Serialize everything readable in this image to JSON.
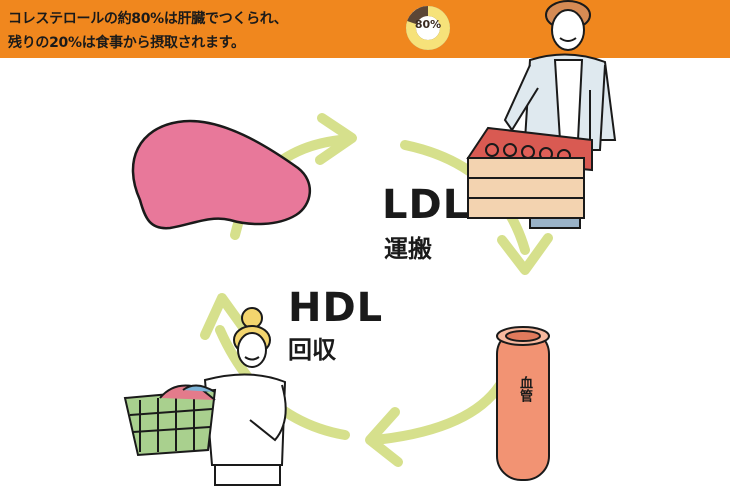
{
  "banner": {
    "line1": "コレステロールの約80%は肝臓でつくられ、",
    "line2": "残りの20%は食事から摂取されます。",
    "donut_label": "80%",
    "donut_fraction": 0.8,
    "color_background": "#f0871e",
    "color_donut_main": "#f6e27a",
    "color_donut_rest": "#5b4636"
  },
  "diagram": {
    "ldl_label": "LDL",
    "ldl_sublabel": "運搬",
    "hdl_label": "HDL",
    "hdl_sublabel": "回収",
    "vessel_label": "血管",
    "color_arrows": "#d6e08c",
    "color_liver": "#e8789a",
    "color_vessel": "#f29373",
    "icons": [
      "liver-icon",
      "man-with-crate-icon",
      "blood-vessel-icon",
      "woman-with-basket-icon"
    ]
  }
}
